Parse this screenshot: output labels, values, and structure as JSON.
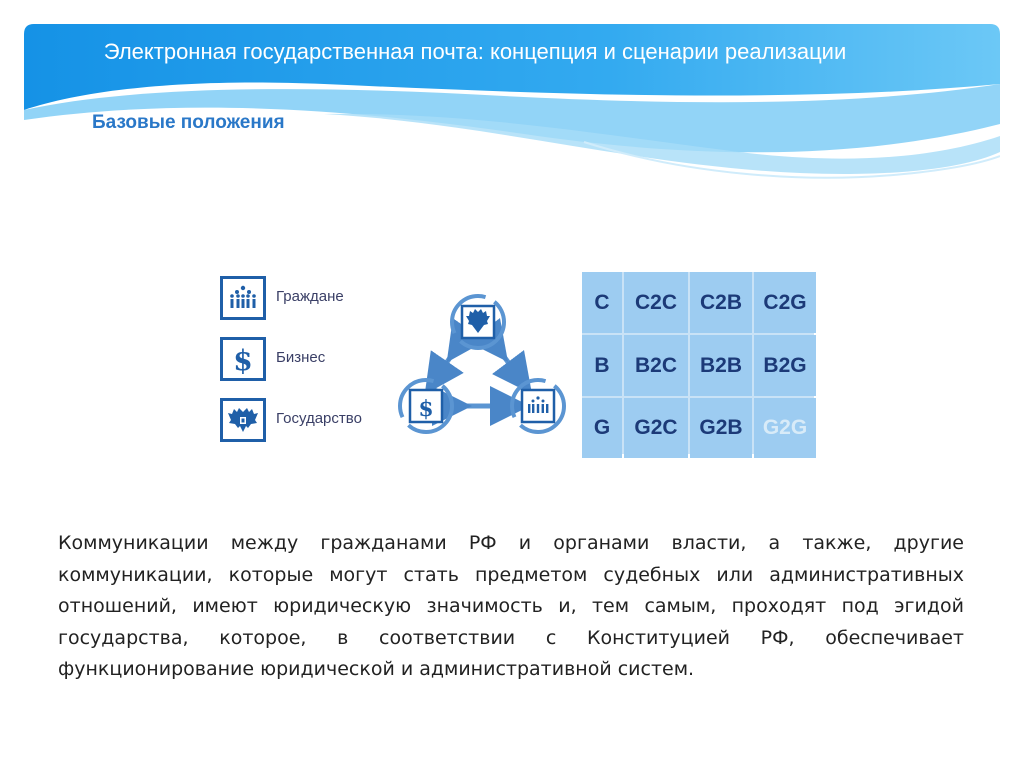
{
  "slide": {
    "title": "Электронная государственная почта: концепция и сценарии реализации",
    "subtitle": "Базовые положения"
  },
  "legend": {
    "items": [
      {
        "label": "Граждане",
        "icon": "citizens-icon"
      },
      {
        "label": "Бизнес",
        "icon": "dollar-icon"
      },
      {
        "label": "Государство",
        "icon": "eagle-emblem-icon"
      }
    ]
  },
  "grid": {
    "rows": [
      [
        "C",
        "C2C",
        "C2B",
        "C2G"
      ],
      [
        "B",
        "B2C",
        "B2B",
        "B2G"
      ],
      [
        "G",
        "G2C",
        "G2B",
        "G2G"
      ]
    ]
  },
  "body": {
    "paragraph": "Коммуникации между гражданами РФ и органами власти, а также, другие коммуникации, которые могут стать предметом судебных или административных отношений, имеют юридическую значимость и, тем самым, проходят под эгидой государства, которое, в соответствии с Конституцией РФ, обеспечивает функционирование юридической и административной систем."
  },
  "colors": {
    "header_blue": "#1e9be8",
    "accent_dark_blue": "#1f5fa8",
    "grid_cell": "#9dccf1"
  }
}
